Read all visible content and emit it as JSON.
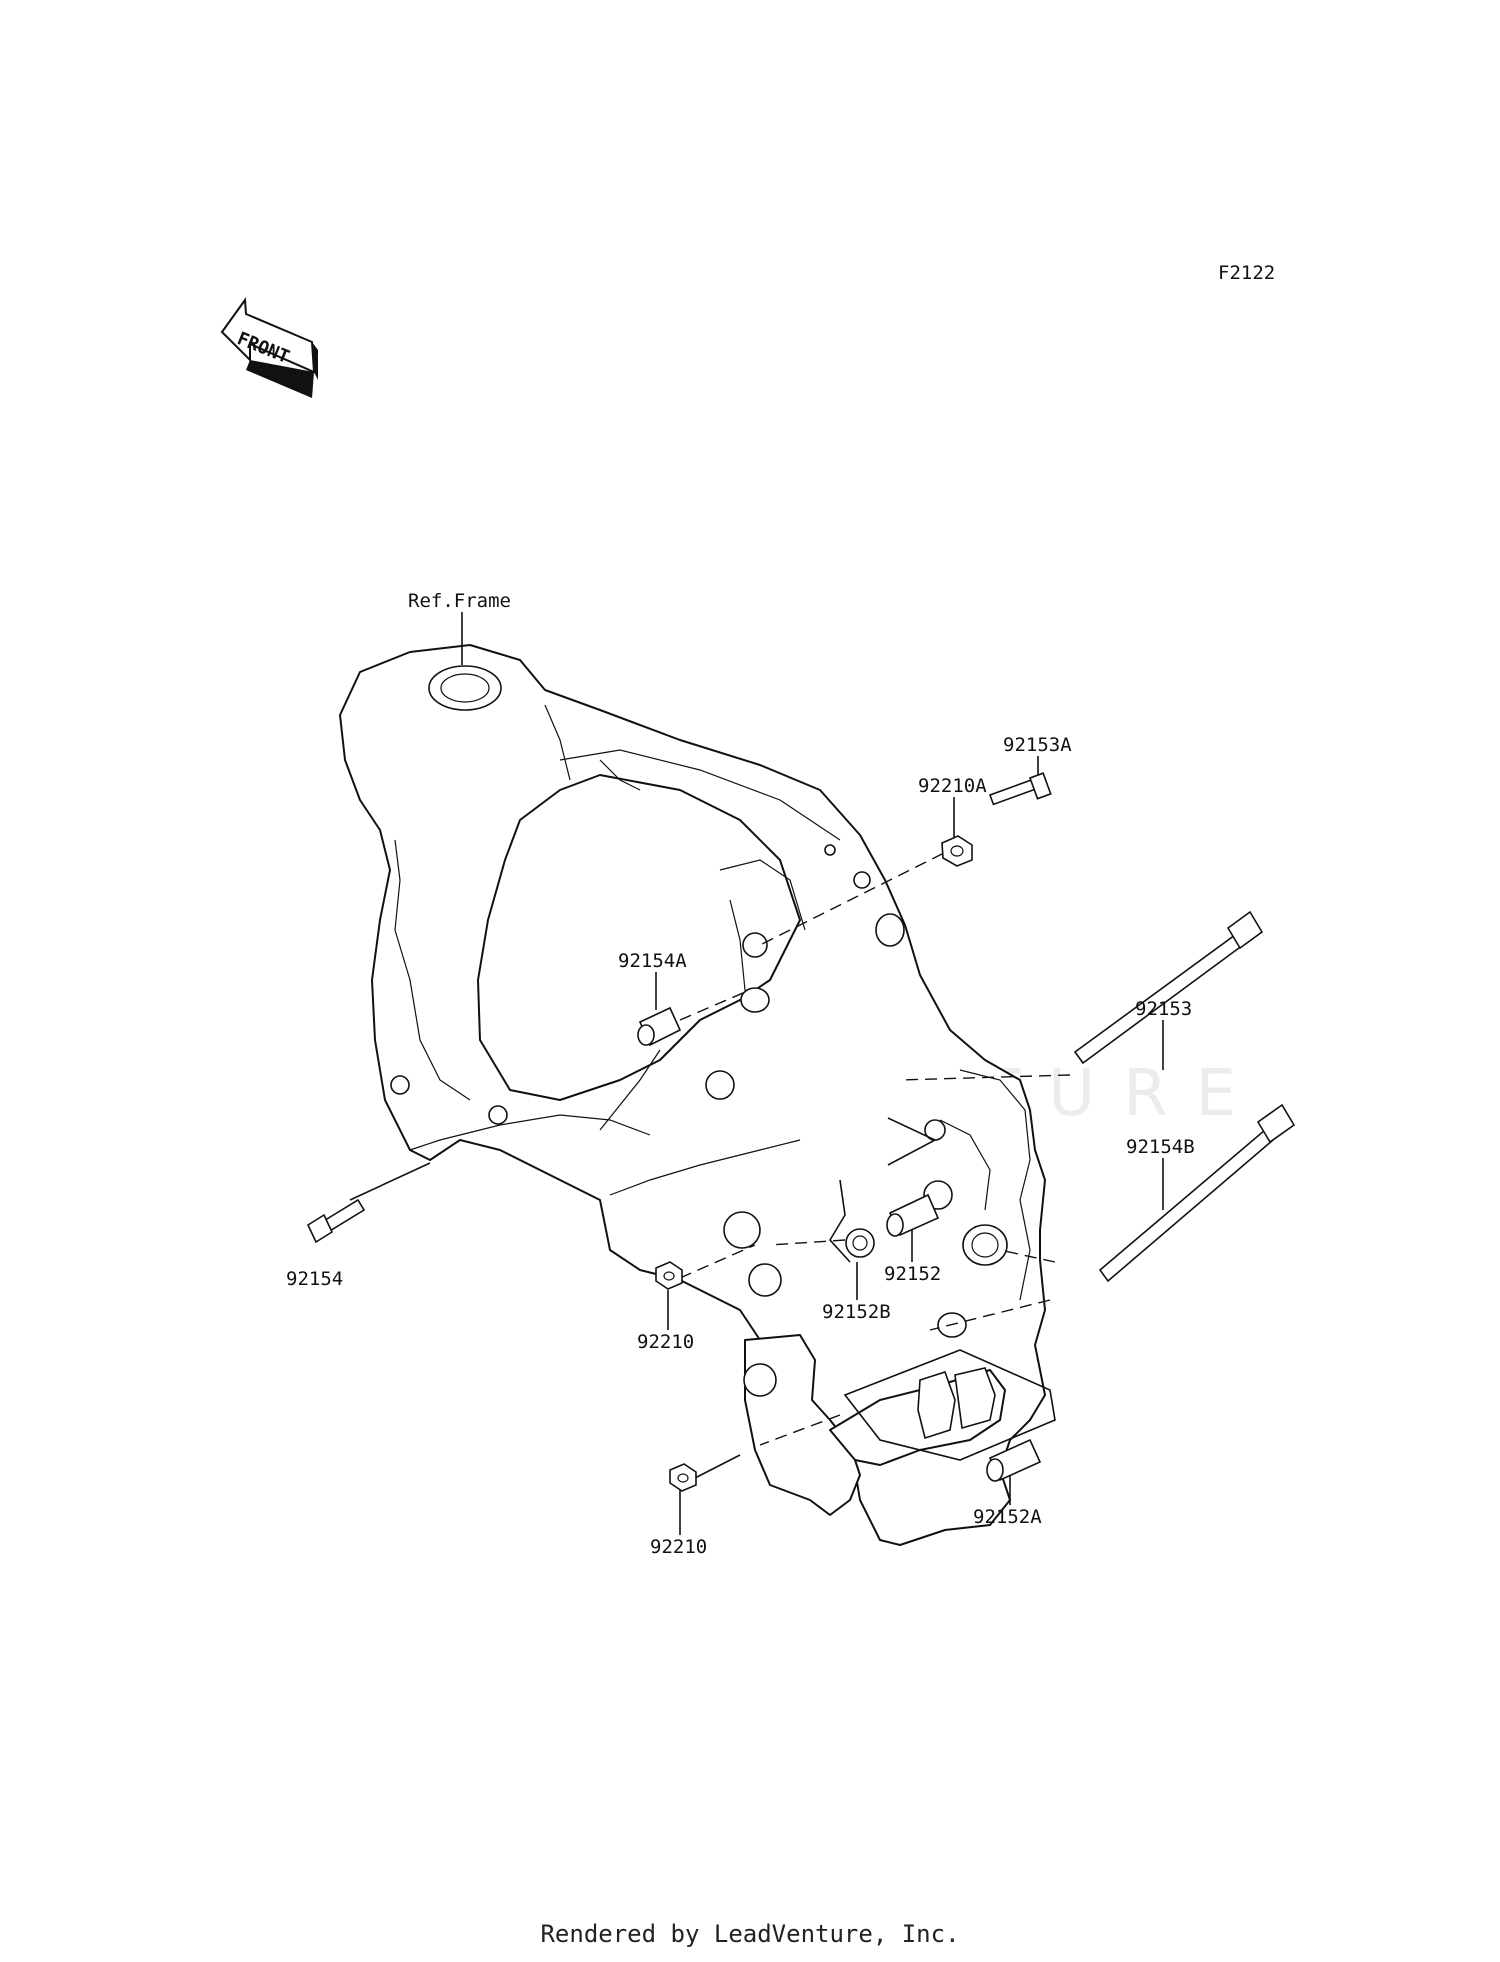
{
  "diagram_code": "F2122",
  "front_arrow_label": "FRONT",
  "ref_frame_label": "Ref.Frame",
  "watermark_text": "LEADVENTURE",
  "footer": "Rendered by LeadVenture, Inc.",
  "parts": {
    "p92153A": "92153A",
    "p92210A": "92210A",
    "p92153": "92153",
    "p92154A": "92154A",
    "p92154B": "92154B",
    "p92154": "92154",
    "p92152": "92152",
    "p92152B": "92152B",
    "p92210_upper": "92210",
    "p92210_lower": "92210",
    "p92152A": "92152A"
  }
}
